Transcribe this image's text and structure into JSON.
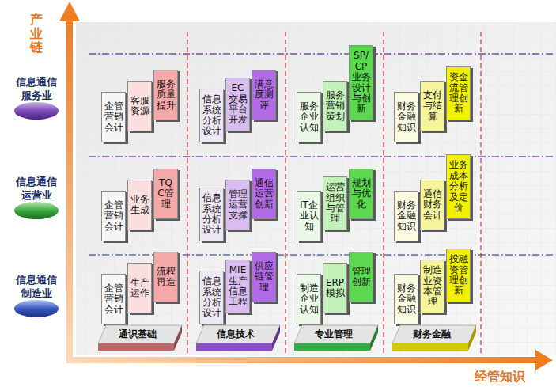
{
  "diagram": {
    "nodes": [
      {
        "text": [
          "企管营销会计"
        ]
      },
      {
        "text": [
          "客服资源"
        ]
      },
      {
        "text": [
          "服务质量提升"
        ]
      },
      {
        "text": [
          "信息系统分析设计"
        ]
      },
      {
        "text": [
          "EC交易平台开发"
        ]
      },
      {
        "text": [
          "满意度测评"
        ]
      },
      {
        "text": [
          "服务企业认知"
        ]
      },
      {
        "text": [
          "服务营销策划"
        ]
      },
      {
        "text": [
          "SP/CP业务设计与创新"
        ]
      },
      {
        "text": [
          "财务金融知识"
        ]
      },
      {
        "text": [
          "支付与结算"
        ]
      },
      {
        "text": [
          "资金流管理创新"
        ]
      },
      {
        "text": [
          "企管营销会计"
        ]
      },
      {
        "text": [
          "业务生成"
        ]
      },
      {
        "text": [
          "TQC管理"
        ]
      },
      {
        "text": [
          "信息系统分析设计"
        ]
      },
      {
        "text": [
          "管理运营支撑"
        ]
      },
      {
        "text": [
          "通信运营创新"
        ]
      },
      {
        "text": [
          "IT企业认知"
        ]
      },
      {
        "text": [
          "运营组织与管理"
        ]
      },
      {
        "text": [
          "规划与优化"
        ]
      },
      {
        "text": [
          "财务金融知识"
        ]
      },
      {
        "text": [
          "通信财务会计"
        ]
      },
      {
        "text": [
          "业务成本分析及定价"
        ]
      },
      {
        "text": [
          "企管营销会计"
        ]
      },
      {
        "text": [
          "生产运作"
        ]
      },
      {
        "text": [
          "流程再造"
        ]
      },
      {
        "text": [
          "信息系统分析设计"
        ]
      },
      {
        "text": [
          "MIE生产信息工程"
        ]
      },
      {
        "text": [
          "供应链管理"
        ]
      },
      {
        "text": [
          "制造企业认知"
        ]
      },
      {
        "text": [
          "ERP模拟"
        ]
      },
      {
        "text": [
          "管理创新"
        ]
      },
      {
        "text": [
          "财务金融知识"
        ]
      },
      {
        "text": [
          "制造业资本管理"
        ]
      },
      {
        "text": [
          "投融资管理创新"
        ]
      },
      {
        "text": [
          "通识基础"
        ]
      },
      {
        "text": [
          "信息技术"
        ]
      },
      {
        "text": [
          "专业管理"
        ]
      },
      {
        "text": [
          "财务金融"
        ]
      }
    ],
    "labels": [
      "产业链",
      "信息通信服务业",
      "信息通信运营业",
      "信息通信制造业",
      "经管知识"
    ]
  }
}
